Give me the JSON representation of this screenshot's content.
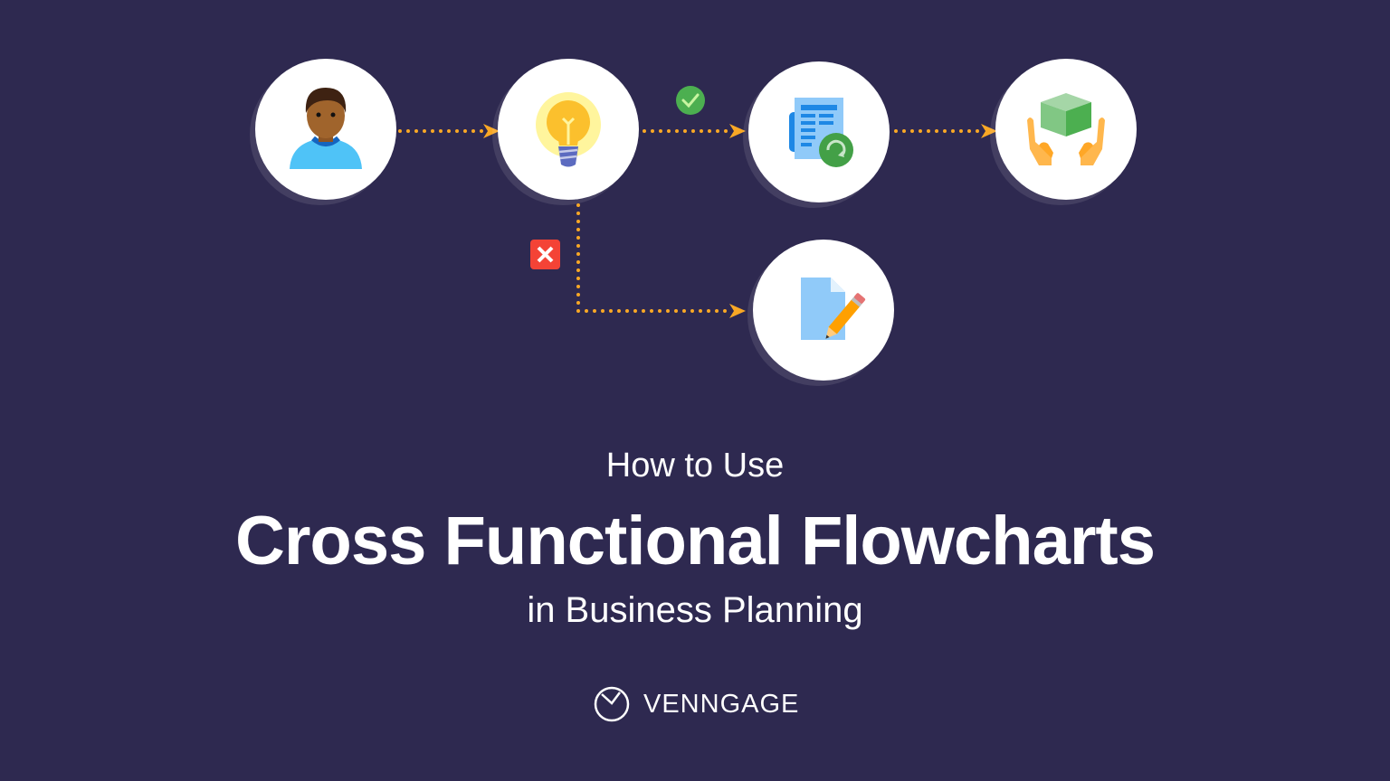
{
  "nodes": [
    {
      "id": "person",
      "label": "person-icon"
    },
    {
      "id": "idea",
      "label": "lightbulb-icon"
    },
    {
      "id": "document-refresh",
      "label": "document-refresh-icon"
    },
    {
      "id": "delivery",
      "label": "hands-box-icon"
    },
    {
      "id": "edit",
      "label": "document-edit-icon"
    }
  ],
  "badges": {
    "approve": {
      "icon": "check-icon",
      "color": "#4caf50"
    },
    "reject": {
      "icon": "close-icon",
      "color": "#f44336"
    }
  },
  "colors": {
    "background": "#2e2950",
    "arrow": "#f9a825",
    "node": "#ffffff"
  },
  "title": {
    "line1": "How to Use",
    "line2": "Cross Functional Flowcharts",
    "line3": "in Business Planning"
  },
  "brand": {
    "name": "VENNGAGE"
  }
}
